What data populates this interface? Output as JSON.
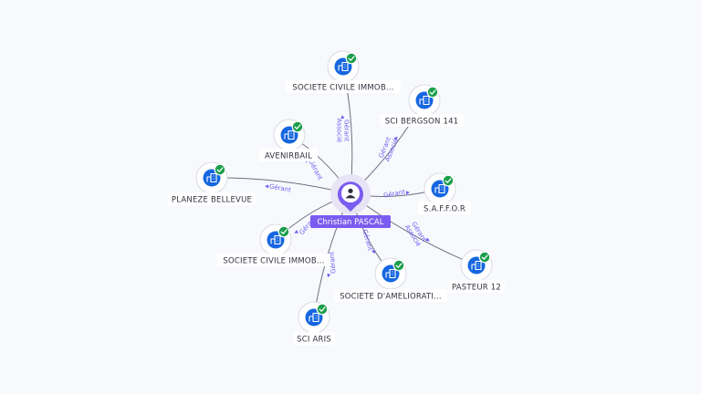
{
  "center": {
    "name": "Christian PASCAL",
    "icon": "person-icon"
  },
  "companies": [
    {
      "id": "c1",
      "label": "SOCIETE CIVILE IMMOB...",
      "role": "Gérant\nAssocié"
    },
    {
      "id": "c2",
      "label": "SCI BERGSON 141",
      "role": "Gérant\nAssocié"
    },
    {
      "id": "c3",
      "label": "AVENIRBAIL",
      "role": "Gérant"
    },
    {
      "id": "c4",
      "label": "PLANEZE BELLEVUE",
      "role": "Gérant"
    },
    {
      "id": "c5",
      "label": "S.A.F.F.O.R",
      "role": "Gérant"
    },
    {
      "id": "c6",
      "label": "SOCIETE CIVILE IMMOB...",
      "role": "Gérant"
    },
    {
      "id": "c7",
      "label": "PASTEUR 12",
      "role": "Gérant\nAssocié"
    },
    {
      "id": "c8",
      "label": "SOCIETE D'AMELIORATI...",
      "role": "Gérant"
    },
    {
      "id": "c9",
      "label": "SCI ARIS",
      "role": "Gérant"
    }
  ],
  "colors": {
    "accent": "#7b5cf0",
    "company": "#1566e0",
    "check": "#1b9e4b",
    "edge": "#6e7184",
    "edge_label": "#6a5df5",
    "background": "#f8f9fc"
  },
  "icons": {
    "company": "building-icon",
    "verified": "check-badge-icon"
  }
}
